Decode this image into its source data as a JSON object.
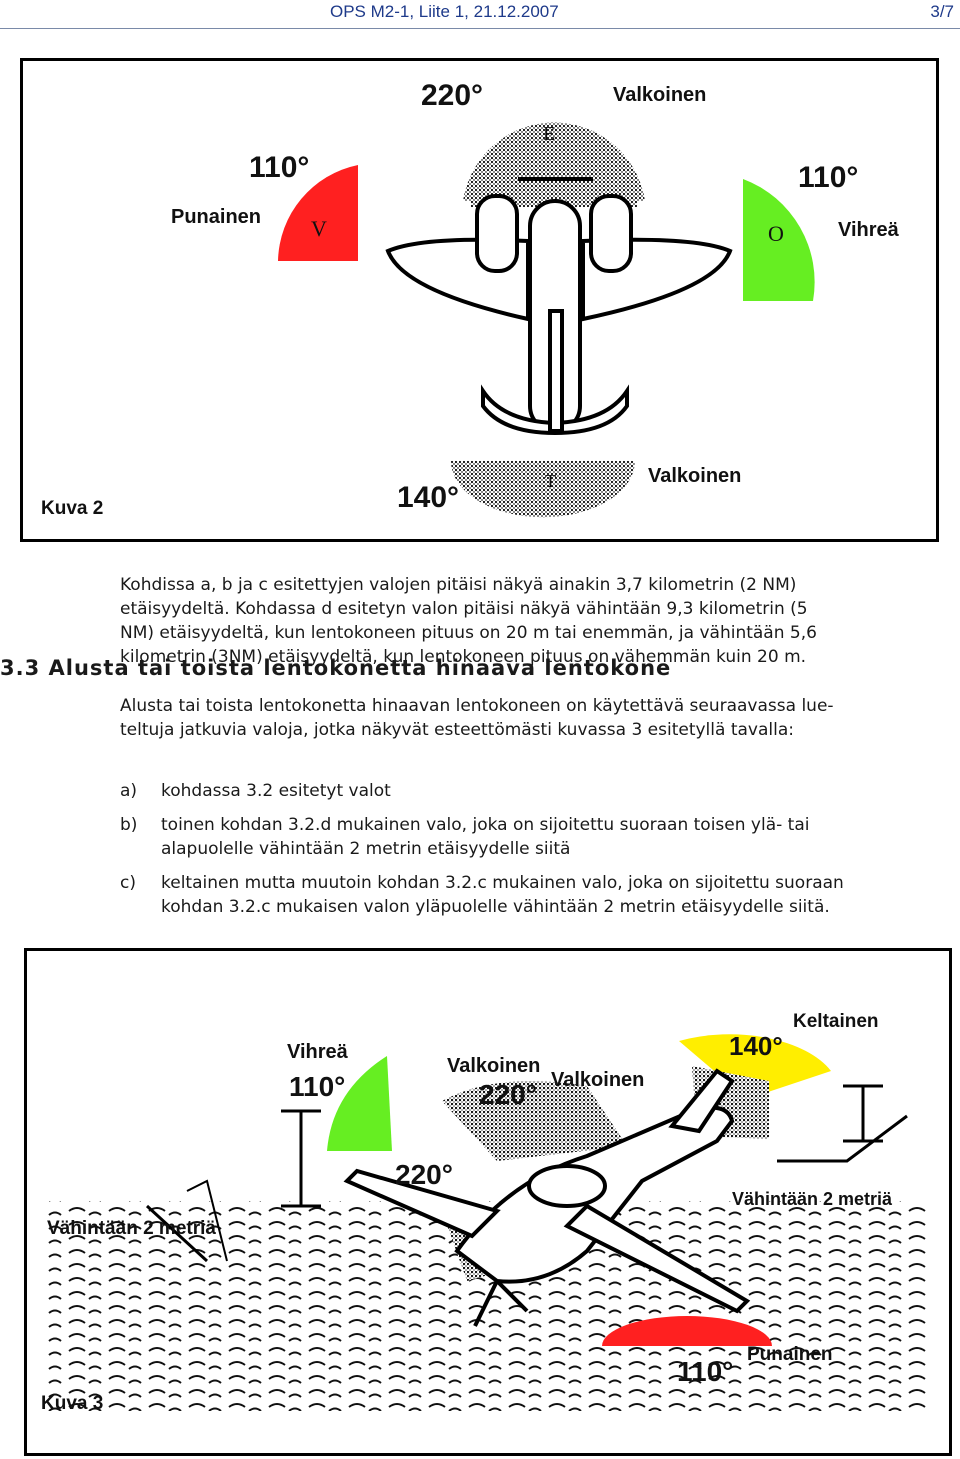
{
  "header": {
    "doc_ref": "OPS M2-1, Liite 1, 21.12.2007",
    "page": "3/7"
  },
  "figure2": {
    "caption": "Kuva 2",
    "angle_top": "220°",
    "label_top": "Valkoinen",
    "angle_left": "110°",
    "label_left": "Punainen",
    "sector_left_letter": "V",
    "angle_right": "110°",
    "label_right": "Vihreä",
    "sector_right_letter": "O",
    "sector_top_letter": "E",
    "angle_bottom": "140°",
    "label_bottom": "Valkoinen",
    "sector_bottom_letter": "T",
    "colors": {
      "red": "#ff2020",
      "green": "#66ee22"
    }
  },
  "paragraph1": {
    "lines": [
      "Kohdissa a, b ja c esitettyjen valojen pitäisi näkyä ainakin 3,7 kilometrin (2 NM)",
      "etäisyydeltä. Kohdassa d esitetyn valon pitäisi näkyä vähintään 9,3 kilometrin (5",
      "NM) etäisyydeltä, kun lentokoneen pituus on 20 m tai enemmän, ja vähintään 5,6",
      "kilometrin (3NM) etäisyydeltä, kun lentokoneen pituus on vähemmän kuin 20 m."
    ]
  },
  "section": {
    "title": "3.3 Alusta tai toista lentokonetta hinaava lentokone"
  },
  "paragraph2": {
    "lines": [
      "Alusta tai toista lentokonetta hinaavan lentokoneen on käytettävä seuraavassa lue-",
      "teltuja jatkuvia valoja, jotka näkyvät esteettömästi kuvassa 3 esitetyllä tavalla:"
    ]
  },
  "list": [
    {
      "mark": "a)",
      "lines": [
        "kohdassa 3.2 esitetyt valot"
      ]
    },
    {
      "mark": "b)",
      "lines": [
        "toinen kohdan 3.2.d mukainen valo, joka on sijoitettu suoraan toisen ylä- tai",
        "alapuolelle vähintään 2 metrin etäisyydelle siitä"
      ]
    },
    {
      "mark": "c)",
      "lines": [
        "keltainen mutta muutoin kohdan 3.2.c mukainen valo, joka on sijoitettu suoraan",
        "kohdan 3.2.c mukaisen valon yläpuolelle vähintään 2 metrin etäisyydelle siitä."
      ]
    }
  ],
  "figure3": {
    "caption": "Kuva 3",
    "label_green": "Vihreä",
    "angle_green": "110°",
    "label_white1": "Valkoinen",
    "angle_white_top": "220°",
    "label_white2": "Valkoinen",
    "angle_yellow": "140°",
    "label_yellow": "Keltainen",
    "angle_white_mid": "220°",
    "dist_left": "Vähintään 2 metriä",
    "dist_right": "Vähintään 2 metriä",
    "label_red": "Punainen",
    "angle_red": "110°",
    "colors": {
      "yellow": "#ffee00",
      "green": "#66ee22",
      "red": "#ff2020"
    }
  }
}
